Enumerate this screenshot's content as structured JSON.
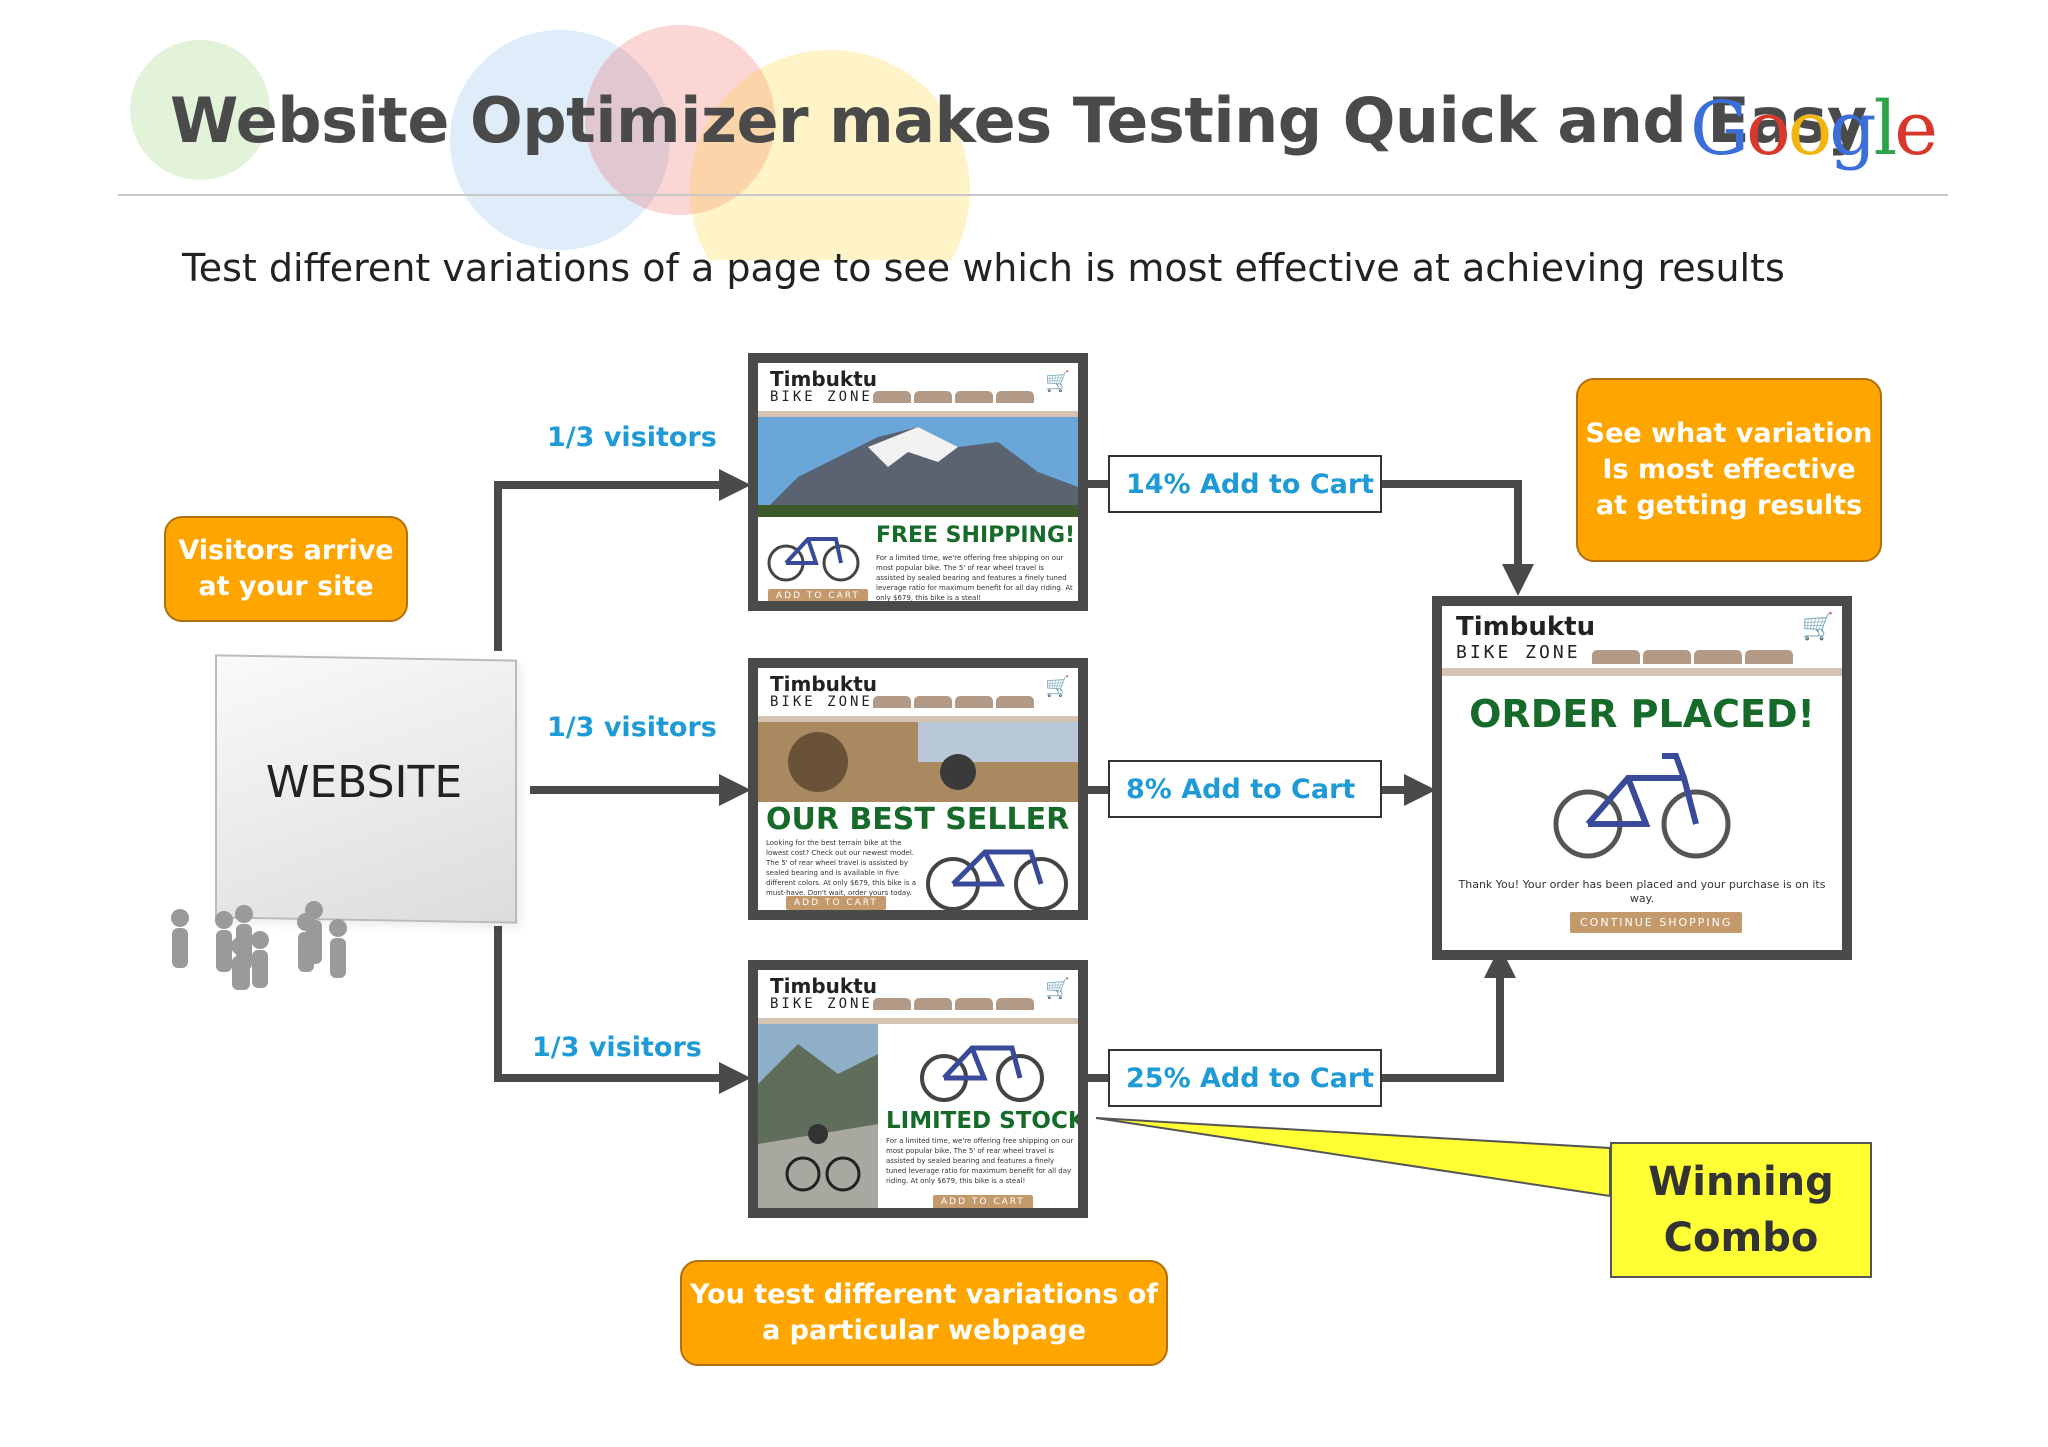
{
  "title": "Website Optimizer makes Testing Quick and Easy",
  "logo": "Google",
  "subtitle": "Test different variations of a page to see which is most effective at achieving results",
  "callouts": {
    "visitors_arrive": "Visitors arrive\nat your site",
    "see_variation": "See what variation\nIs most effective\nat getting results",
    "test_variations": "You test different variations of\na particular webpage"
  },
  "website_label": "WEBSITE",
  "branches": [
    {
      "visitors": "1/3 visitors",
      "rate": "14% Add to Cart"
    },
    {
      "visitors": "1/3 visitors",
      "rate": "8% Add to Cart"
    },
    {
      "visitors": "1/3 visitors",
      "rate": "25% Add to Cart"
    }
  ],
  "winning": "Winning\nCombo",
  "variants": [
    {
      "brand": "Timbuktu",
      "brand_sub": "BIKE ZONE",
      "cart": "CART",
      "headline": "FREE SHIPPING!",
      "body": "For a limited time, we're offering free shipping on our most popular bike. The 5' of rear wheel travel is assisted by sealed bearing and features a finely tuned leverage ratio for maximum benefit for all day riding. At only $679, this bike is a steal!",
      "cta": "ADD TO CART"
    },
    {
      "brand": "Timbuktu",
      "brand_sub": "BIKE ZONE",
      "cart": "CART",
      "headline": "OUR BEST SELLER",
      "body": "Looking for the best terrain bike at the lowest cost? Check out our newest model. The 5' of rear wheel travel is assisted by sealed bearing and is available in five different colors. At only $679, this bike is a must-have. Don't wait, order yours today.",
      "cta": "ADD TO CART"
    },
    {
      "brand": "Timbuktu",
      "brand_sub": "BIKE ZONE",
      "cart": "CART",
      "headline": "LIMITED STOCK!",
      "body": "For a limited time, we're offering free shipping on our most popular bike. The 5' of rear wheel travel is assisted by sealed bearing and features a finely tuned leverage ratio for maximum benefit for all day riding. At only $679, this bike is a steal!",
      "cta": "ADD TO CART"
    }
  ],
  "result": {
    "brand": "Timbuktu",
    "brand_sub": "BIKE ZONE",
    "cart": "CART",
    "headline": "ORDER PLACED!",
    "message": "Thank You! Your order has been placed and your purchase is on its way.",
    "cta": "CONTINUE SHOPPING"
  },
  "colors": {
    "orange": "#ffa500",
    "blue": "#1e9ad6",
    "green": "#166a2a",
    "yellow": "#ffff33",
    "frame": "#4a4a4a"
  }
}
